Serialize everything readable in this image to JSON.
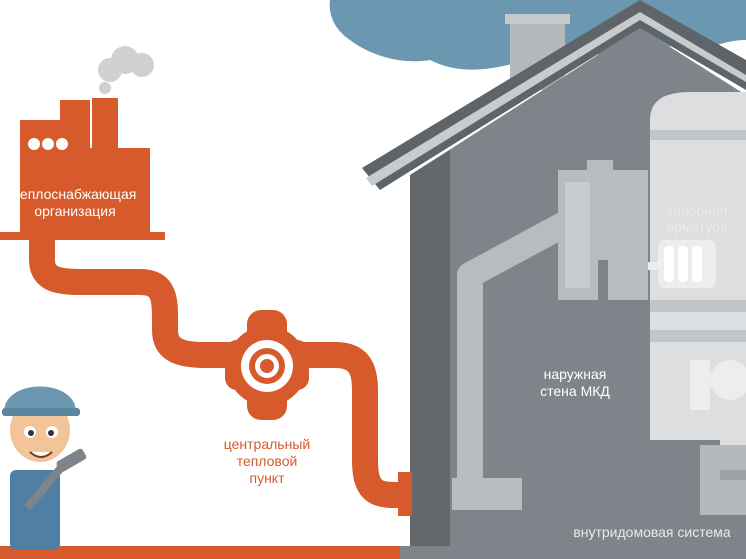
{
  "labels": {
    "heat_supplier_line1": "теплоснабжающая",
    "heat_supplier_line2": "организация",
    "central_point_line1": "центральный",
    "central_point_line2": "тепловой",
    "central_point_line3": "пункт",
    "outer_wall_line1": "наружная",
    "outer_wall_line2": "стена МКД",
    "shutoff_valves_line1": "запорная",
    "shutoff_valves_line2": "арматура",
    "in_house_system": "внутридомовая система"
  },
  "colors": {
    "pipe_orange": "#d65a2b",
    "house_wall": "#7e8489",
    "house_dark": "#63686d",
    "roof": "#5f6469",
    "inner_pipe": "#b9bcbf",
    "sky_blue": "#6b97b0",
    "interior": "#dcdedf"
  },
  "icons": {
    "factory": "factory-icon",
    "valve": "valve-icon",
    "worker": "worker-with-hammer",
    "radiator": "radiator-icon",
    "smoke": "smoke-cloud-icon"
  }
}
